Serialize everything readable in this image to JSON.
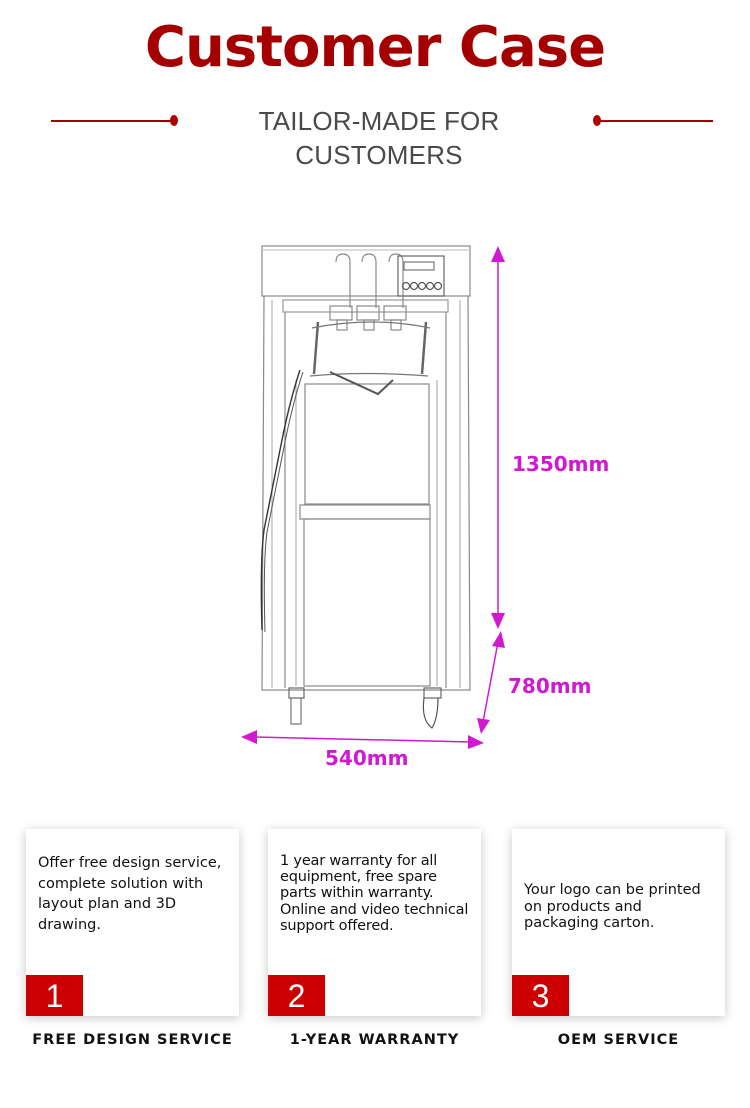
{
  "header": {
    "title": "Customer Case",
    "subtitle": "TAILOR-MADE FOR CUSTOMERS",
    "accent_color": "#a50000"
  },
  "product_diagram": {
    "image": "soft-serve-ice-cream-machine-sketch",
    "dimension_color": "#d219d2",
    "dimensions": {
      "height": "1350mm",
      "depth": "780mm",
      "width": "540mm"
    }
  },
  "services": [
    {
      "number": "1",
      "description": "Offer free design service,\ncomplete solution with layout plan and 3D drawing.",
      "label": "FREE DESIGN SERVICE"
    },
    {
      "number": "2",
      "description": "1 year warranty for all equipment, free spare parts within warranty. Online and video technical support offered.",
      "label": "1-YEAR WARRANTY"
    },
    {
      "number": "3",
      "description": "Your logo can be printed on products and packaging carton.",
      "label": "OEM SERVICE"
    }
  ],
  "number_badge_color": "#cc0000"
}
